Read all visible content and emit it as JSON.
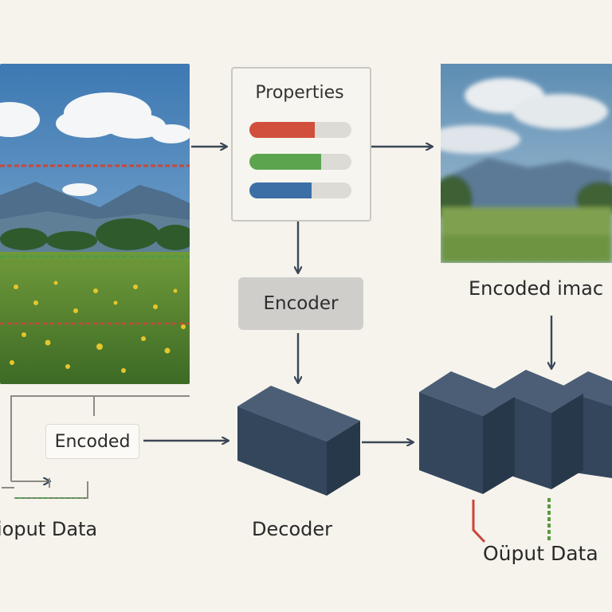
{
  "diagram": {
    "properties_panel": {
      "title": "Properties",
      "bars": [
        {
          "color": "#d0503c",
          "fill": 0.64
        },
        {
          "color": "#5ca54e",
          "fill": 0.7
        },
        {
          "color": "#3b6fa6",
          "fill": 0.61
        }
      ]
    },
    "encoder_label": "Encoder",
    "encoded_image_label": "Encoded imac",
    "encoded_tag_label": "Encoded",
    "decoder_label": "Decoder",
    "left_output_label": "ioput Data",
    "right_output_label": "Oüput Data",
    "colors": {
      "block": "#34465c",
      "arrow": "#3a4756",
      "background": "#f6f3ec"
    }
  }
}
